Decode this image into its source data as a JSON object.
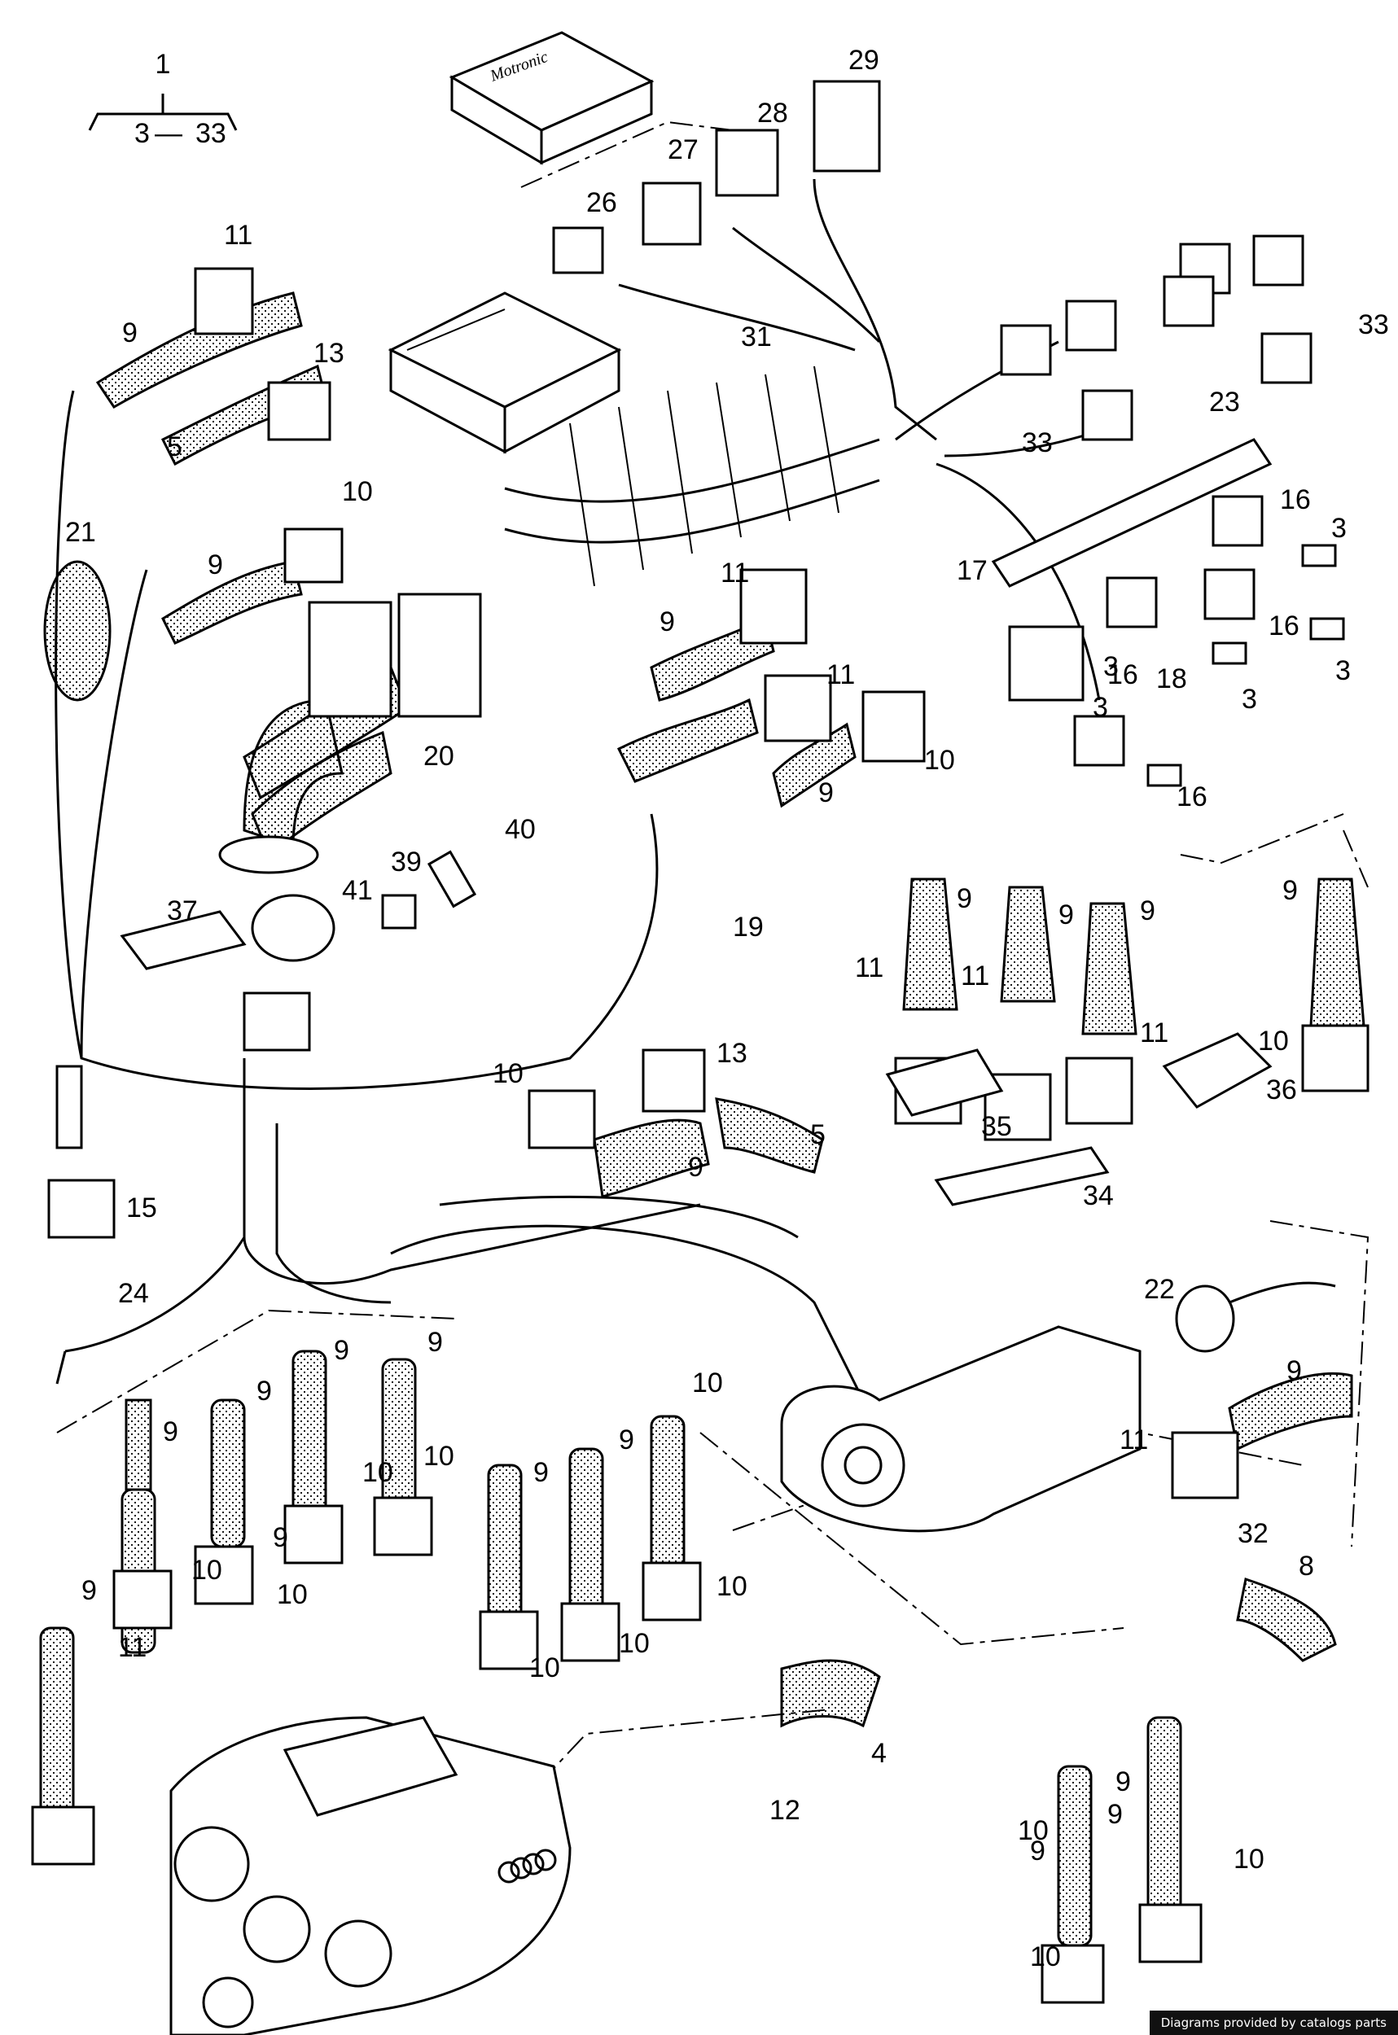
{
  "assembly": {
    "main": "1",
    "range_from": "3",
    "range_sep": "—",
    "range_to": "33"
  },
  "components": {
    "ecu_label": "Motronic"
  },
  "callouts": [
    "11",
    "9",
    "13",
    "5",
    "21",
    "10",
    "9",
    "26",
    "27",
    "28",
    "29",
    "31",
    "33",
    "23",
    "33",
    "16",
    "3",
    "17",
    "16",
    "3",
    "16",
    "3",
    "18",
    "3",
    "3",
    "16",
    "11",
    "9",
    "11",
    "10",
    "9",
    "20",
    "40",
    "39",
    "41",
    "37",
    "19",
    "9",
    "9",
    "9",
    "9",
    "11",
    "11",
    "11",
    "10",
    "36",
    "35",
    "34",
    "13",
    "10",
    "5",
    "9",
    "15",
    "24",
    "22",
    "9",
    "11",
    "32",
    "8",
    "9",
    "9",
    "9",
    "9",
    "9",
    "9",
    "10",
    "10",
    "10",
    "9",
    "9",
    "9",
    "10",
    "10",
    "10",
    "10",
    "10",
    "10",
    "11",
    "4",
    "12",
    "9",
    "9",
    "10",
    "10"
  ],
  "footer": {
    "credit": "Diagrams provided by catalogs parts"
  }
}
